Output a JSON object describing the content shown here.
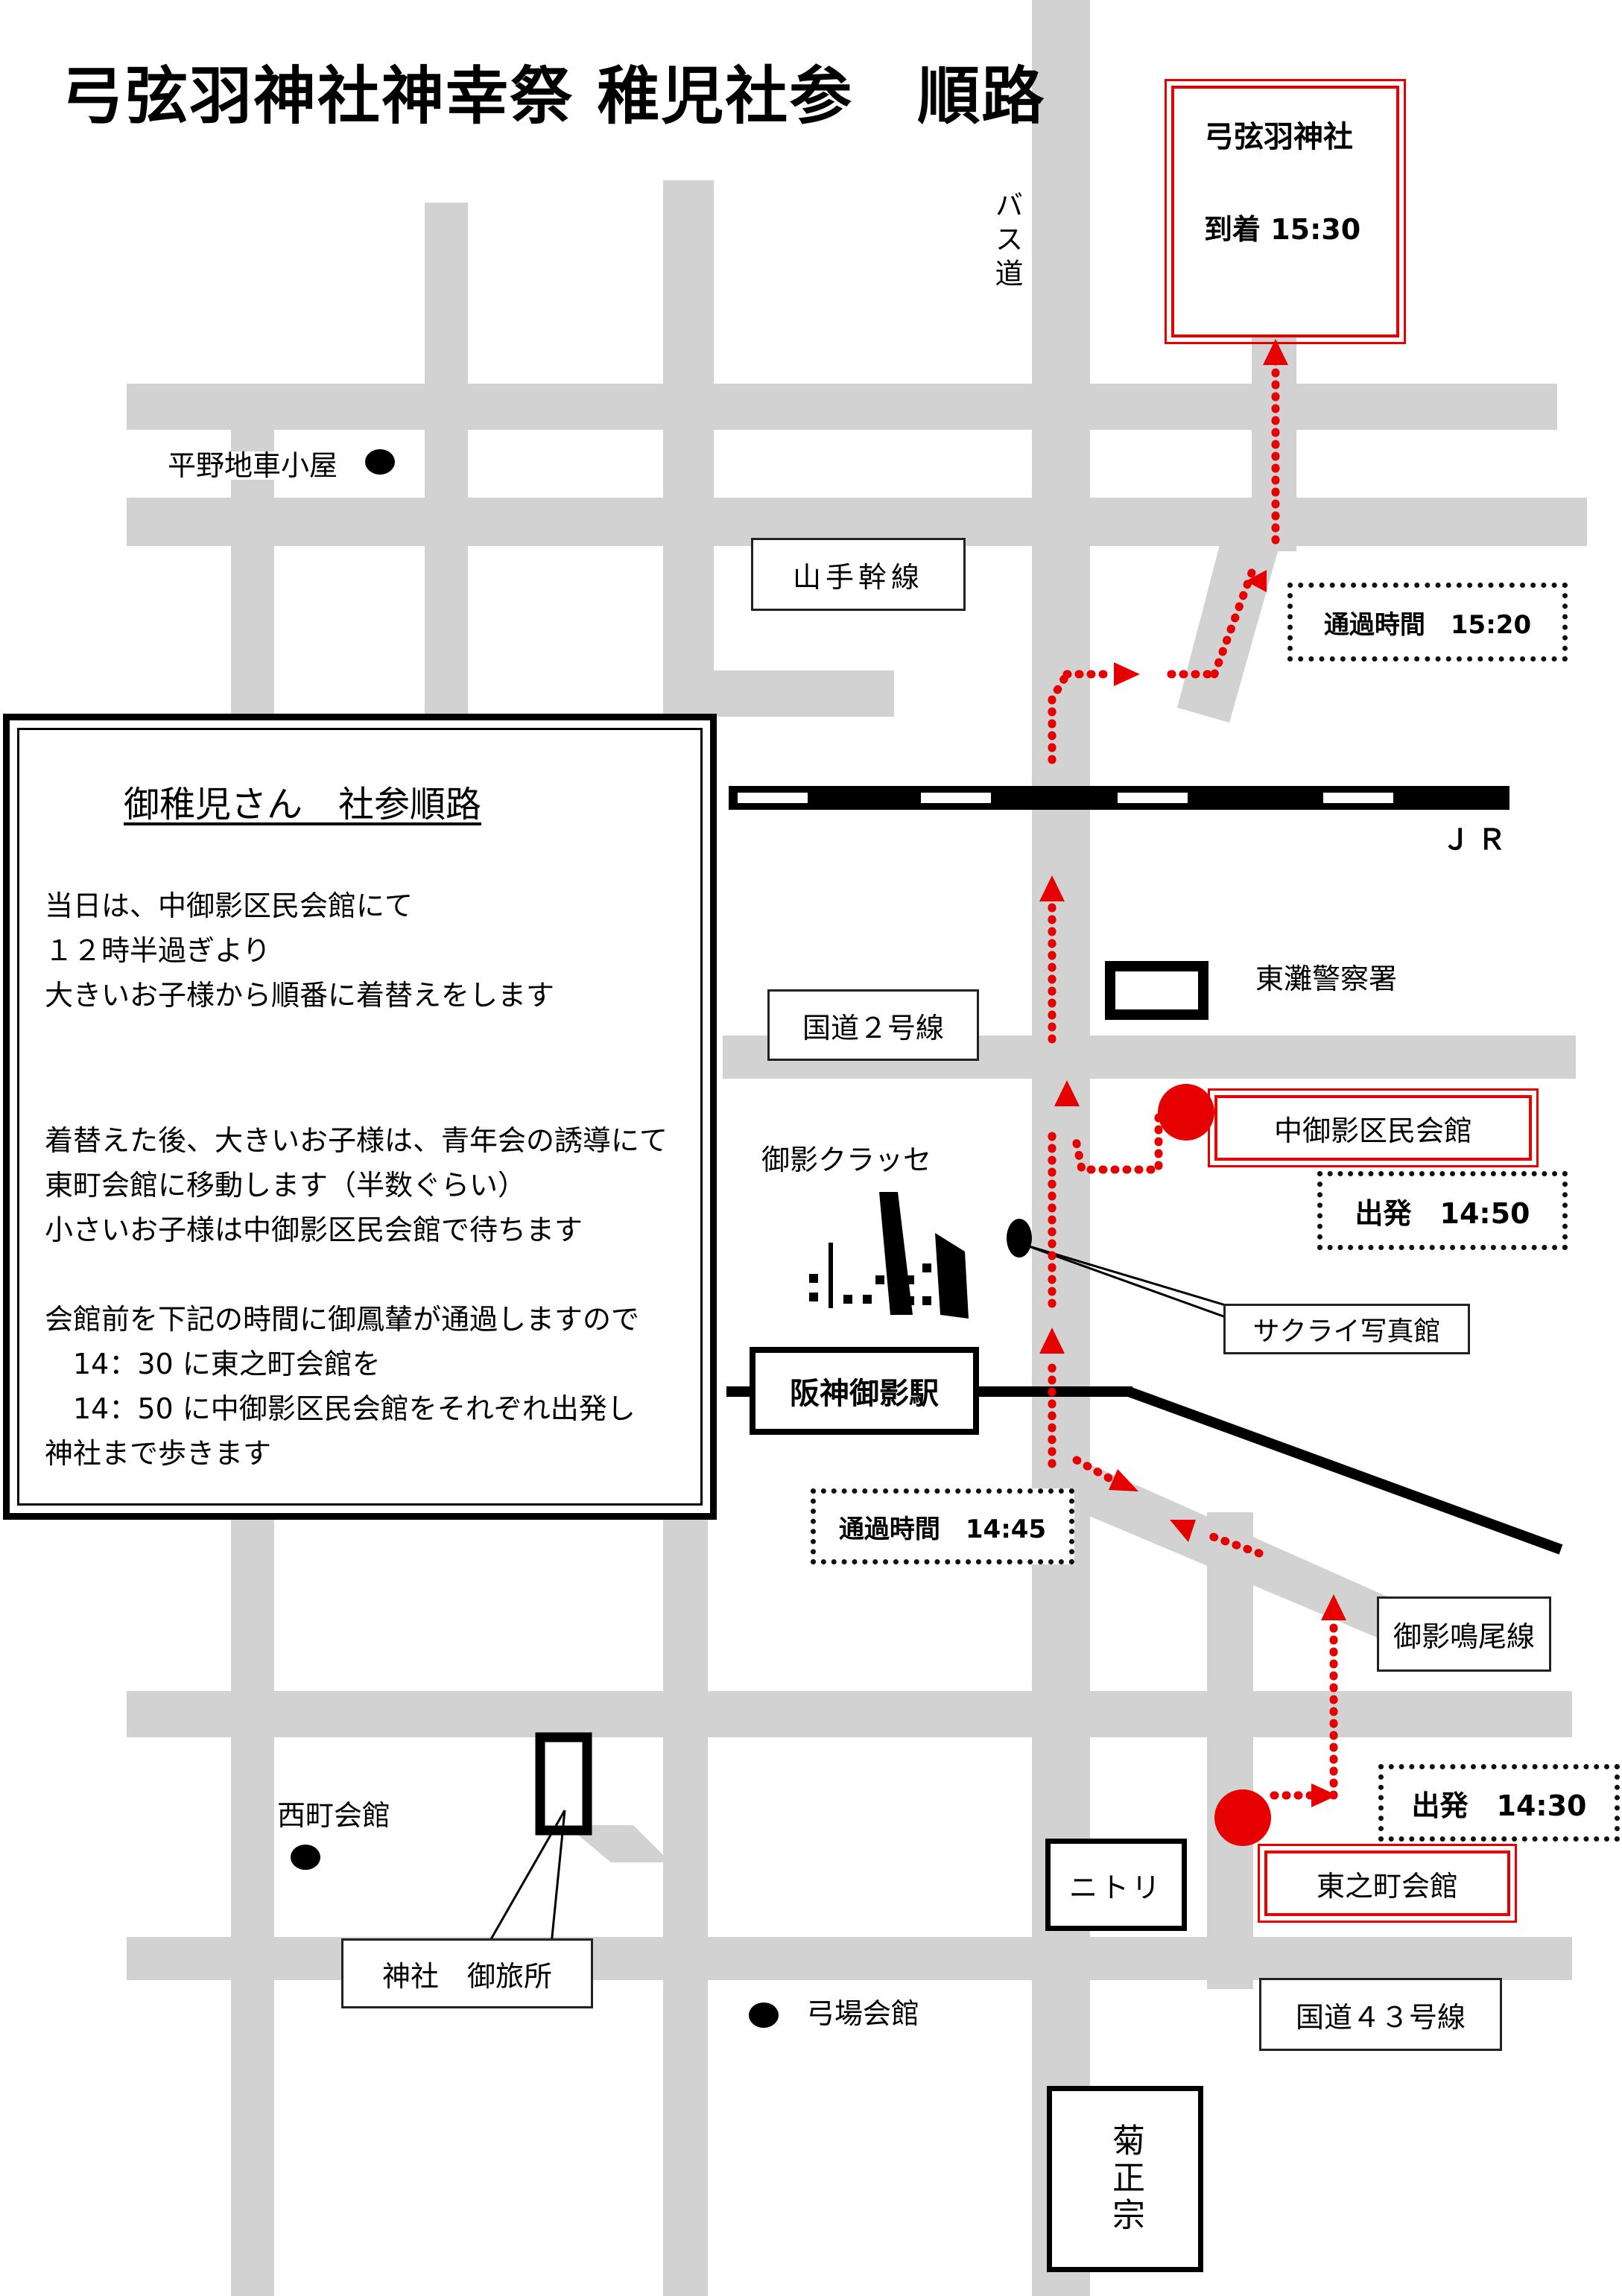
{
  "title": "弓弦羽神社神幸祭 稚児社参　順路",
  "shrine": {
    "name": "弓弦羽神社",
    "arrival": "到着 15:30"
  },
  "roads": {
    "bus_road": "バス道",
    "yamate": "山手幹線",
    "jr": "ＪＲ",
    "route2": "国道２号線",
    "mikage_naruo": "御影鳴尾線",
    "route43": "国道４３号線"
  },
  "places": {
    "hirano_shed": "平野地車小屋",
    "higashinada_police": "東灘警察署",
    "naka_mikage_hall": "中御影区民会館",
    "mikage_classe": "御影クラッセ",
    "sakurai_photo": "サクライ写真館",
    "hanshin_station": "阪神御影駅",
    "nishimachi_hall": "西町会館",
    "otabisho": "神社　御旅所",
    "yumiba_hall": "弓場会館",
    "higashinomachi_hall": "東之町会館",
    "nitori": "ニトリ",
    "kikumasamune": "菊正宗"
  },
  "times": {
    "pass_1520": "通過時間　15:20",
    "depart_1450": "出発　14:50",
    "pass_1445": "通過時間　14:45",
    "depart_1430": "出発　14:30"
  },
  "explanation": {
    "heading": "御稚児さん　社参順路",
    "lines": [
      "当日は、中御影区民会館にて",
      "１２時半過ぎより",
      "大きいお子様から順番に着替えをします",
      "",
      "",
      "着替えた後、大きいお子様は、青年会の誘導にて",
      "東町会館に移動します（半数ぐらい）",
      "小さいお子様は中御影区民会館で待ちます",
      "",
      "会館前を下記の時間に御鳳輦が通過しますので",
      "　14：30 に東之町会館を",
      "　14：50 に中御影区民会館をそれぞれ出発し",
      "神社まで歩きます"
    ]
  },
  "colors": {
    "road": "#d2d2d2",
    "route": "#e60000",
    "ink": "#000000"
  }
}
